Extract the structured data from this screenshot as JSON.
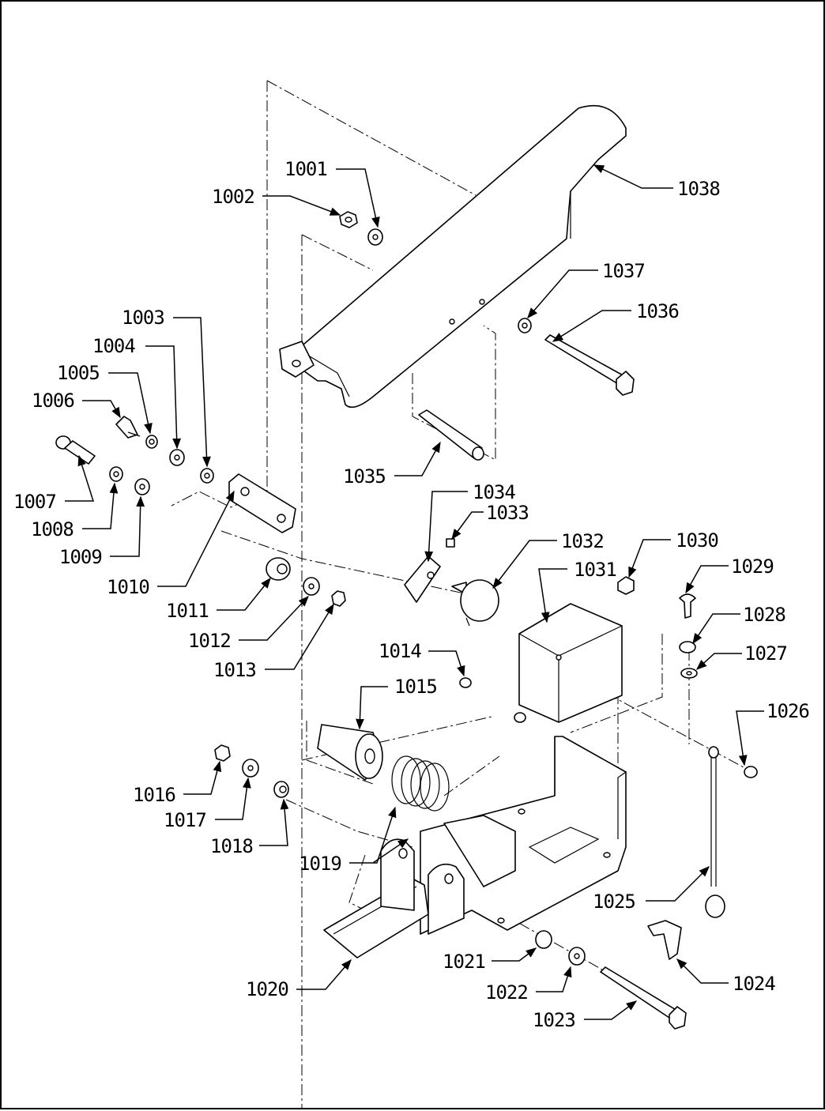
{
  "callouts": {
    "c1001": "1001",
    "c1002": "1002",
    "c1003": "1003",
    "c1004": "1004",
    "c1005": "1005",
    "c1006": "1006",
    "c1007": "1007",
    "c1008": "1008",
    "c1009": "1009",
    "c1010": "1010",
    "c1011": "1011",
    "c1012": "1012",
    "c1013": "1013",
    "c1014": "1014",
    "c1015": "1015",
    "c1016": "1016",
    "c1017": "1017",
    "c1018": "1018",
    "c1019": "1019",
    "c1020": "1020",
    "c1021": "1021",
    "c1022": "1022",
    "c1023": "1023",
    "c1024": "1024",
    "c1025": "1025",
    "c1026": "1026",
    "c1027": "1027",
    "c1028": "1028",
    "c1029": "1029",
    "c1030": "1030",
    "c1031": "1031",
    "c1032": "1032",
    "c1033": "1033",
    "c1034": "1034",
    "c1035": "1035",
    "c1036": "1036",
    "c1037": "1037",
    "c1038": "1038"
  }
}
